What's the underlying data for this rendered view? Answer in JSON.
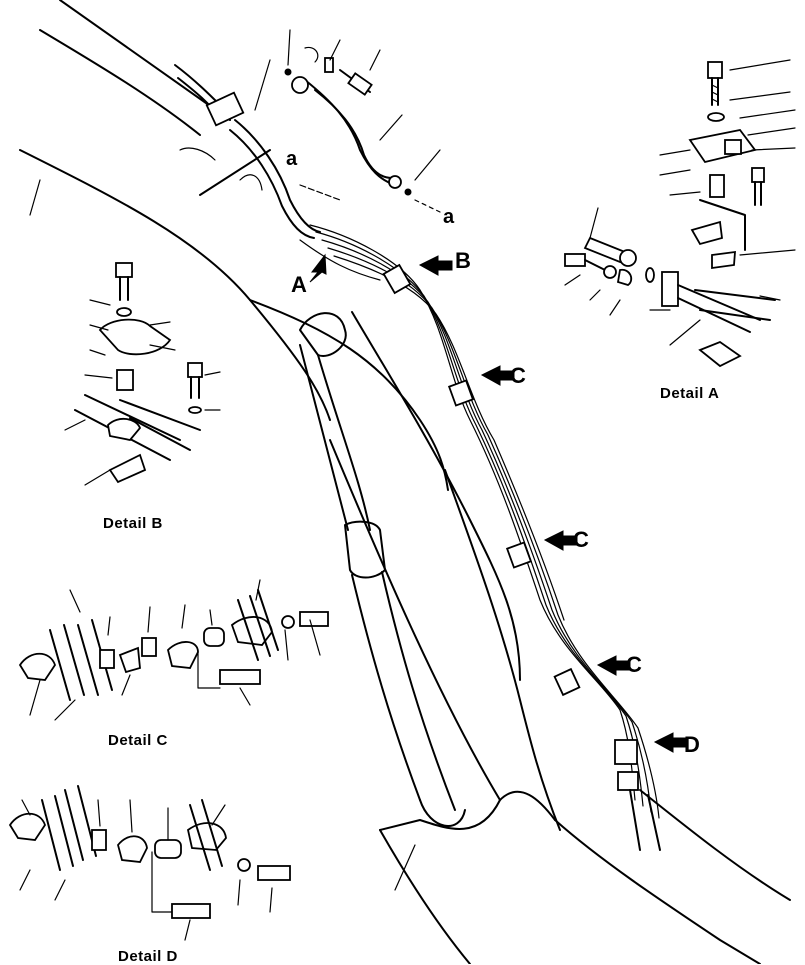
{
  "labels": {
    "detail_a": "Detail  A",
    "detail_b": "Detail  B",
    "detail_c": "Detail  C",
    "detail_d": "Detail  D",
    "ref_a": "A",
    "ref_b": "B",
    "ref_c1": "C",
    "ref_c2": "C",
    "ref_c3": "C",
    "ref_d": "D",
    "conn_a1": "a",
    "conn_a2": "a"
  }
}
